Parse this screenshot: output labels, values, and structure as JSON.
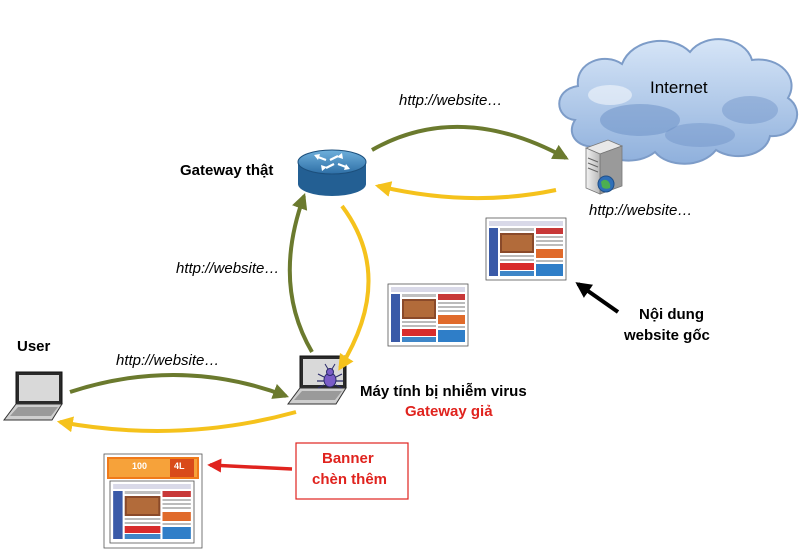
{
  "labels": {
    "internet": "Internet",
    "gateway_real": "Gateway thật",
    "user": "User",
    "infected_pc": "Máy tính bị nhiễm virus",
    "fake_gateway": "Gateway giả",
    "original_content_line1": "Nội dung",
    "original_content_line2": "website gốc",
    "banner_line1": "Banner",
    "banner_line2": "chèn thêm"
  },
  "flow_labels": {
    "gateway_to_server": "http://website…",
    "server_to_gateway": "http://website…",
    "pc_to_gateway": "http://website…",
    "user_to_pc": "http://website…"
  },
  "banner_ad": {
    "text1": "100",
    "text2": "4L"
  },
  "colors": {
    "green_arrow": "#6b7a2e",
    "yellow_arrow": "#f5c21c",
    "red_text": "#e0231e",
    "cloud": "#a9c4e6"
  }
}
